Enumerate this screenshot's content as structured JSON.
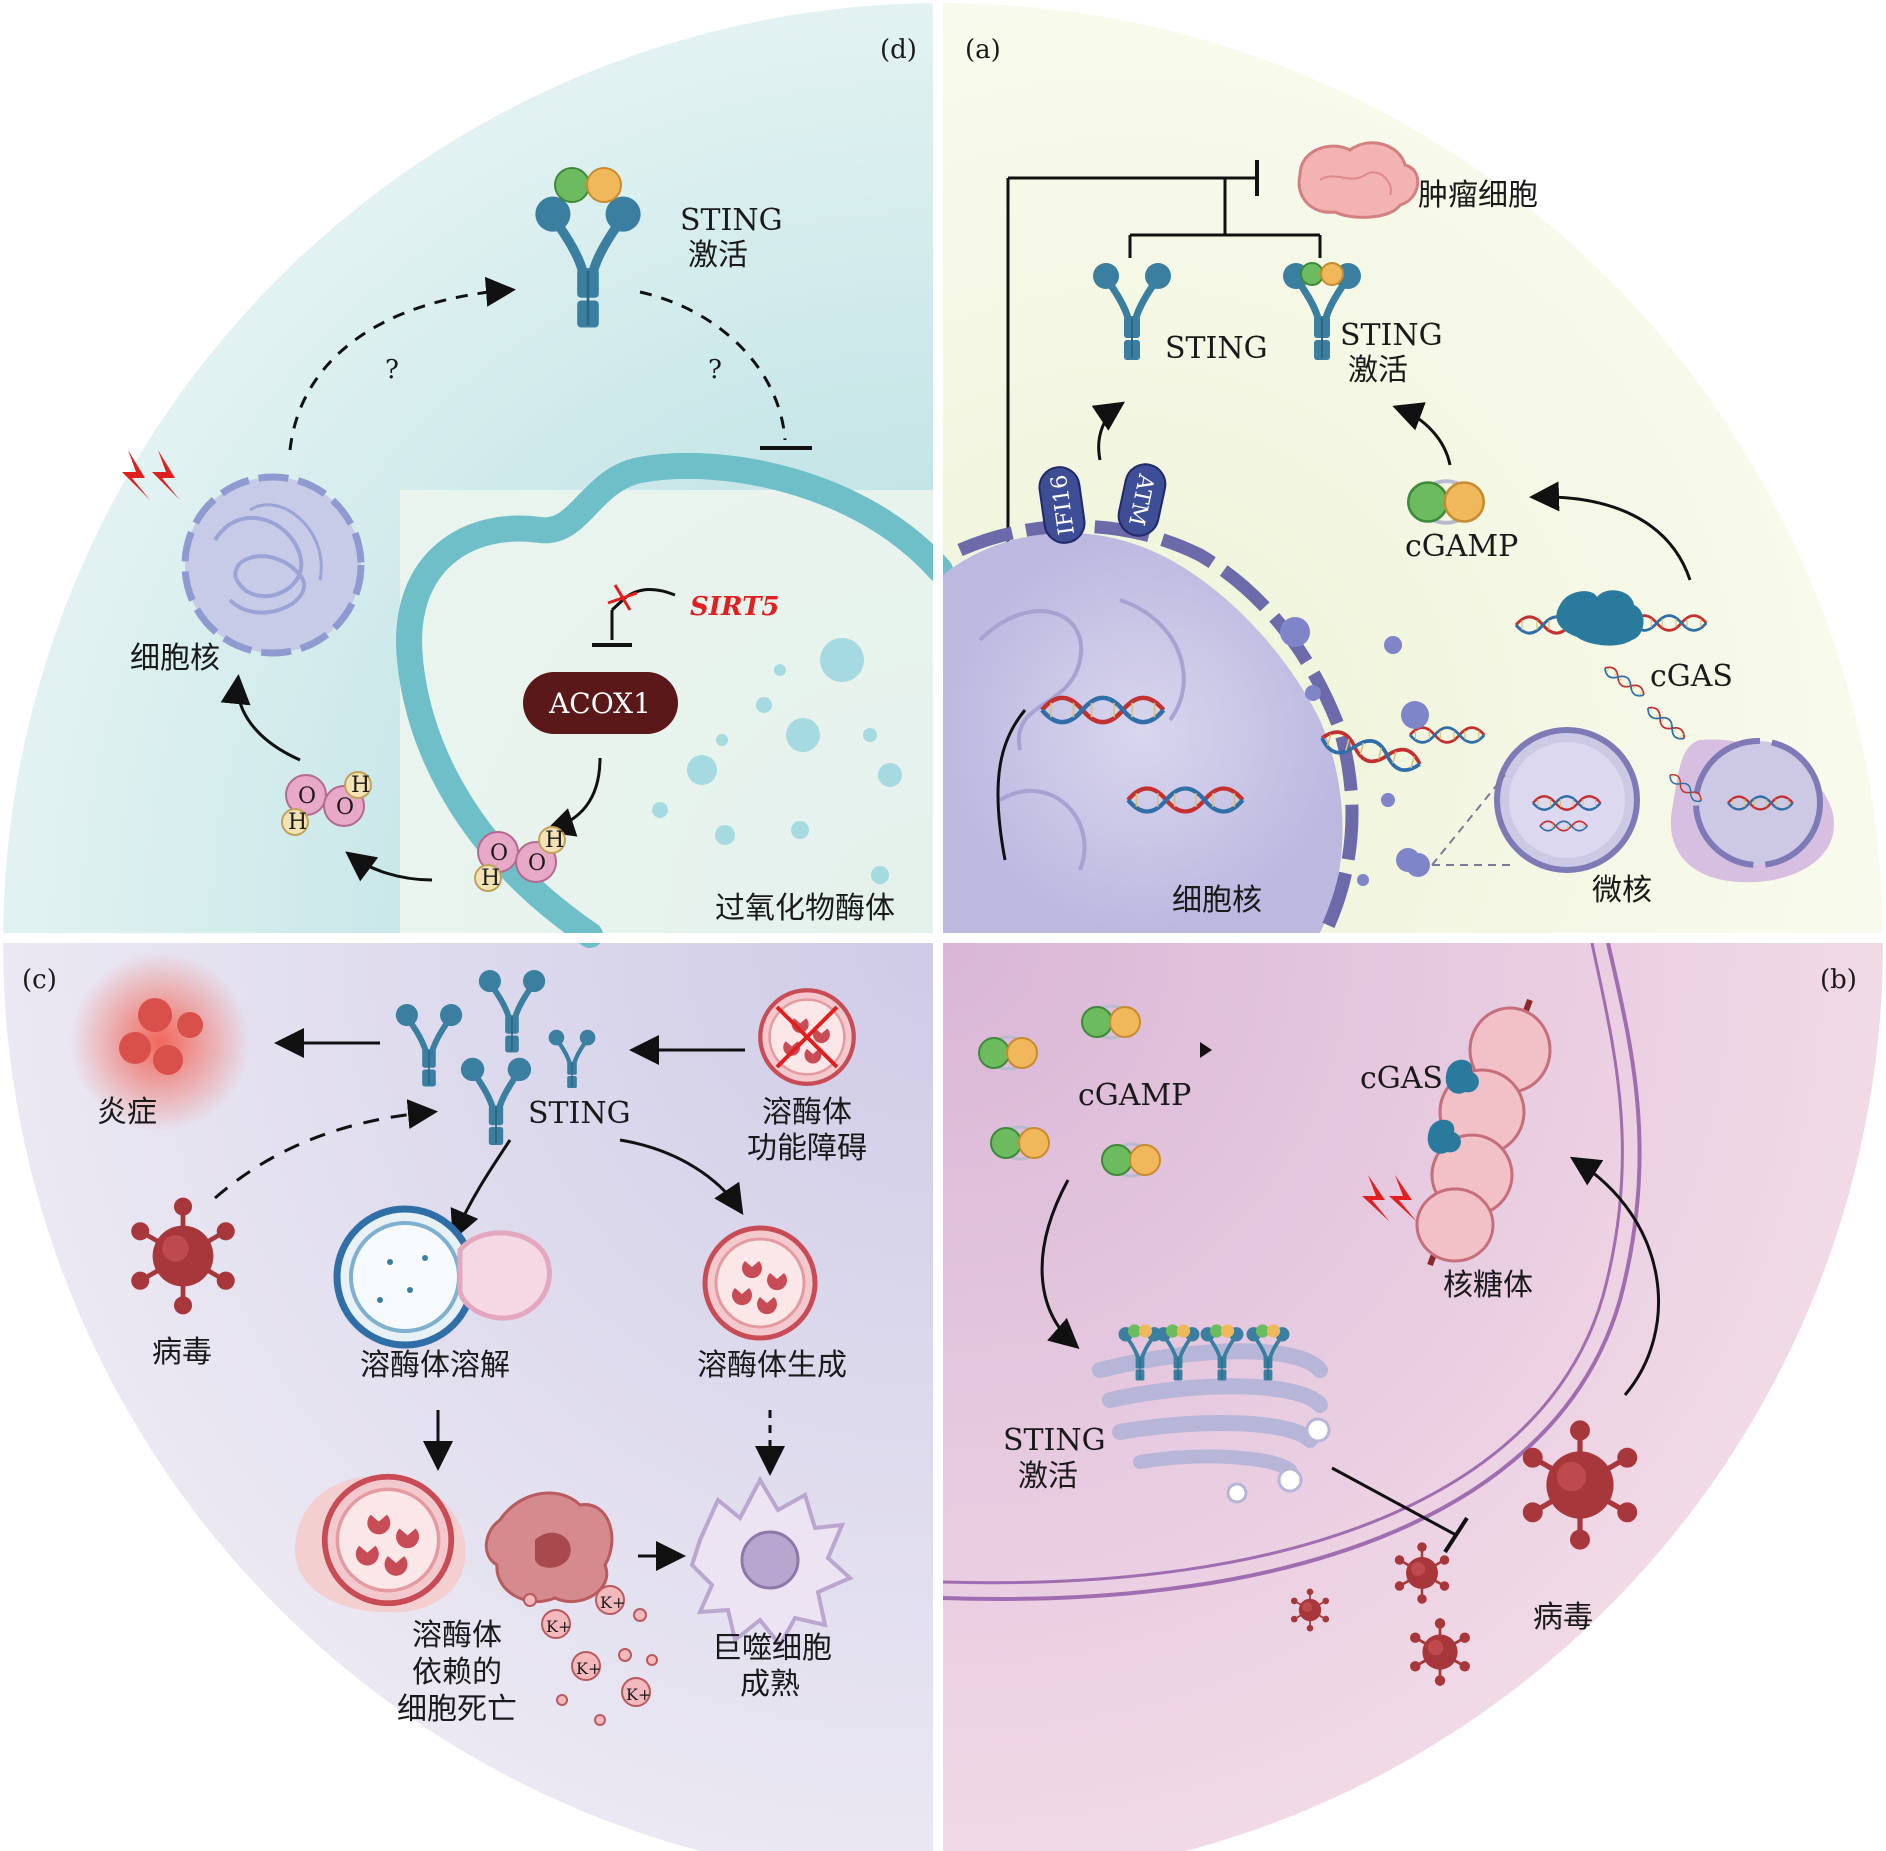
{
  "panels": {
    "a": {
      "tag": "(a)",
      "tumor_label": "肿瘤细胞",
      "sting_label": "STING",
      "sting_active_line1": "STING",
      "sting_active_line2": "激活",
      "cgamp_label": "cGAMP",
      "cgas_label": "cGAS",
      "ifi16_label": "IFI16",
      "atm_label": "ATM",
      "nucleus_label": "细胞核",
      "micronucleus_label": "微核"
    },
    "b": {
      "tag": "(b)",
      "cgamp_label": "cGAMP",
      "cgas_label": "cGAS",
      "ribosome_label": "核糖体",
      "sting_active_line1": "STING",
      "sting_active_line2": "激活",
      "virus_label": "病毒"
    },
    "c": {
      "tag": "(c)",
      "inflammation_label": "炎症",
      "sting_label": "STING",
      "lysosome_dysfunction_line1": "溶酶体",
      "lysosome_dysfunction_line2": "功能障碍",
      "virus_label": "病毒",
      "lysis_label": "溶酶体溶解",
      "biogenesis_label": "溶酶体生成",
      "death_line1": "溶酶体",
      "death_line2": "依赖的",
      "death_line3": "细胞死亡",
      "macrophage_line1": "巨噬细胞",
      "macrophage_line2": "成熟",
      "ion_label": "K+"
    },
    "d": {
      "tag": "(d)",
      "sting_active_line1": "STING",
      "sting_active_line2": "激活",
      "question_mark": "?",
      "nucleus_label": "细胞核",
      "sirt5_label": "SIRT5",
      "acox1_label": "ACOX1",
      "peroxisome_label": "过氧化物酶体",
      "h_label": "H",
      "o_label": "O"
    }
  },
  "colors": {
    "panel_a_bg": "#f3f6e4",
    "panel_b_bg": "#efd7e6",
    "panel_c_bg": "#dcd9ea",
    "panel_d_bg": "#c6e4e6",
    "sting_blue": "#3a7ea0",
    "cgamp_green": "#6dbb5f",
    "cgamp_orange": "#f0b85a",
    "nucleus_purple": "#8f8cc9",
    "peroxisome_teal": "#6fbfc9",
    "acox1_dark": "#5a1818",
    "virus_red": "#a7373a",
    "lysosome_red": "#c84c55",
    "inhibit_red": "#e02020"
  }
}
